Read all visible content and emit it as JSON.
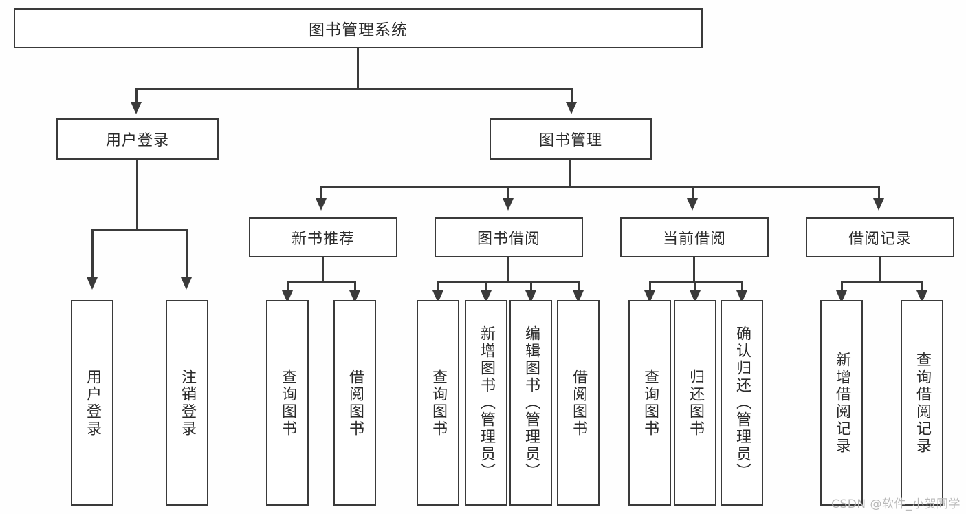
{
  "diagram": {
    "type": "tree-hierarchy-flowchart",
    "title": "图书管理系统",
    "watermark": "CSDN @软件_小贺同学",
    "colors": {
      "stroke": "#3a3a3a",
      "node_fill": "#ffffff",
      "text": "#2b2b2b",
      "background": "#fefefe",
      "watermark": "#b9b9b9"
    },
    "levels": {
      "root": {
        "label": "图书管理系统"
      },
      "level2": [
        {
          "id": "user-login",
          "label": "用户登录"
        },
        {
          "id": "book-management",
          "label": "图书管理"
        }
      ],
      "level3": [
        {
          "id": "new-book-recommend",
          "label": "新书推荐",
          "parent": "book-management"
        },
        {
          "id": "book-borrow",
          "label": "图书借阅",
          "parent": "book-management"
        },
        {
          "id": "current-borrow",
          "label": "当前借阅",
          "parent": "book-management"
        },
        {
          "id": "borrow-record",
          "label": "借阅记录",
          "parent": "book-management"
        }
      ],
      "leaves": {
        "user-login": [
          {
            "id": "leaf-user-login",
            "label": "用户登录"
          },
          {
            "id": "leaf-logout",
            "label": "注销登录"
          }
        ],
        "new-book-recommend": [
          {
            "id": "leaf-query-book-1",
            "label": "查询图书"
          },
          {
            "id": "leaf-borrow-book-1",
            "label": "借阅图书"
          }
        ],
        "book-borrow": [
          {
            "id": "leaf-query-book-2",
            "label": "查询图书"
          },
          {
            "id": "leaf-add-book",
            "label": "新增图书（管理员）"
          },
          {
            "id": "leaf-edit-book",
            "label": "编辑图书（管理员）"
          },
          {
            "id": "leaf-borrow-book-2",
            "label": "借阅图书"
          }
        ],
        "current-borrow": [
          {
            "id": "leaf-query-book-3",
            "label": "查询图书"
          },
          {
            "id": "leaf-return-book",
            "label": "归还图书"
          },
          {
            "id": "leaf-confirm-return",
            "label": "确认归还（管理员）"
          }
        ],
        "borrow-record": [
          {
            "id": "leaf-add-record",
            "label": "新增借阅记录"
          },
          {
            "id": "leaf-query-record",
            "label": "查询借阅记录"
          }
        ]
      }
    }
  }
}
